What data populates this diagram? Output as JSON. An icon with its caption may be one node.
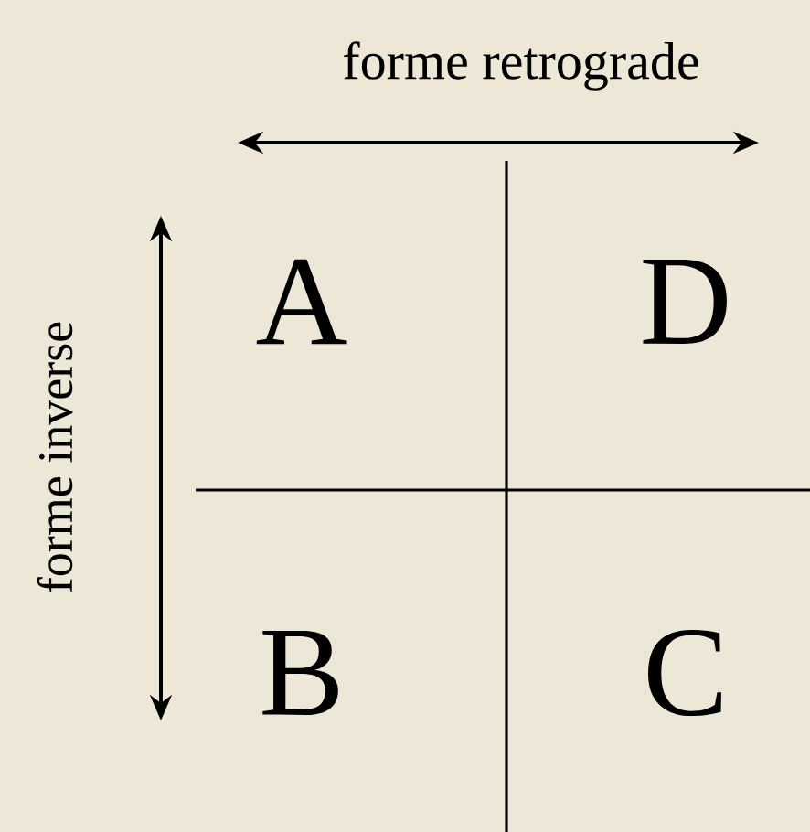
{
  "diagram": {
    "labels": [
      "forme retrograde",
      "forme inverse",
      "A",
      "D",
      "B",
      "C"
    ]
  }
}
